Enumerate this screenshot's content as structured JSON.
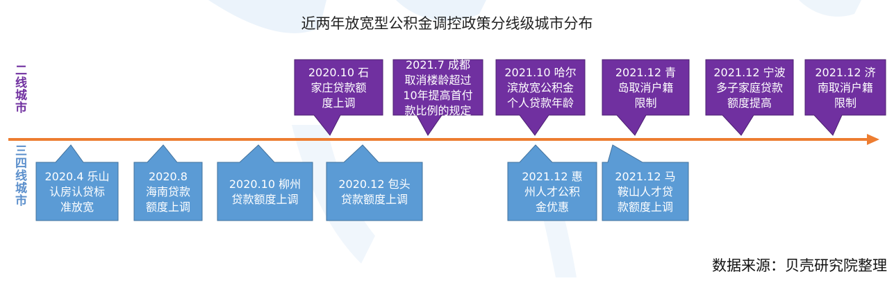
{
  "title": "近两年放宽型公积金调控政策分线级城市分布",
  "category_top": "二线城市",
  "category_bottom": "三四线城市",
  "source": "数据来源：贝壳研究院整理",
  "colors": {
    "top_box": "#7030a0",
    "bottom_box": "#5b9bd5",
    "axis": "#ed7d31",
    "watermark": "#dce9f7"
  },
  "top_events": [
    {
      "lines": [
        "2020.10 石",
        "家庄贷款额",
        "度上调"
      ]
    },
    {
      "lines": [
        "2021.7 成都",
        "取消楼龄超过",
        "10年提高首付",
        "款比例的规定"
      ]
    },
    {
      "lines": [
        "2021.10 哈尔",
        "滨放宽公积金",
        "个人贷款年龄"
      ]
    },
    {
      "lines": [
        "2021.12 青",
        "岛取消户籍",
        "限制"
      ]
    },
    {
      "lines": [
        "2021.12 宁波",
        "多子家庭贷款",
        "额度提高"
      ]
    },
    {
      "lines": [
        "2021.12 济",
        "南取消户籍",
        "限制"
      ]
    }
  ],
  "bottom_events": [
    {
      "lines": [
        "2020.4 乐山",
        "认房认贷标",
        "准放宽"
      ]
    },
    {
      "lines": [
        "2020.8",
        "海南贷款",
        "额度上调"
      ]
    },
    {
      "lines": [
        "2020.10 柳州",
        "贷款额度上调"
      ]
    },
    {
      "lines": [
        "2020.12 包头",
        "贷款额度上调"
      ]
    },
    {
      "lines": [
        "2021.12 惠",
        "州人才公积",
        "金优惠"
      ]
    },
    {
      "lines": [
        "2021.12 马",
        "鞍山人才贷",
        "款额度上调"
      ]
    }
  ]
}
